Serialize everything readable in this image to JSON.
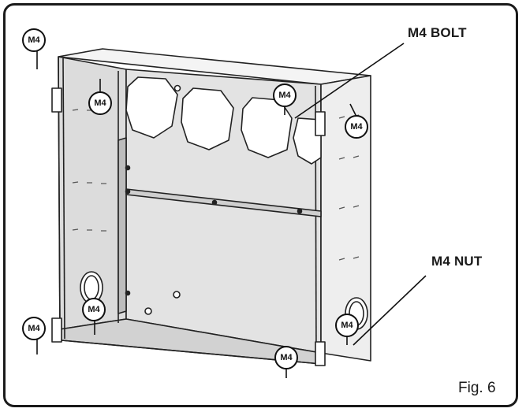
{
  "callouts": {
    "bolt_label": "M4 BOLT",
    "nut_label": "M4 NUT"
  },
  "fastener_tag": "M4",
  "figure_label": "Fig. 6"
}
